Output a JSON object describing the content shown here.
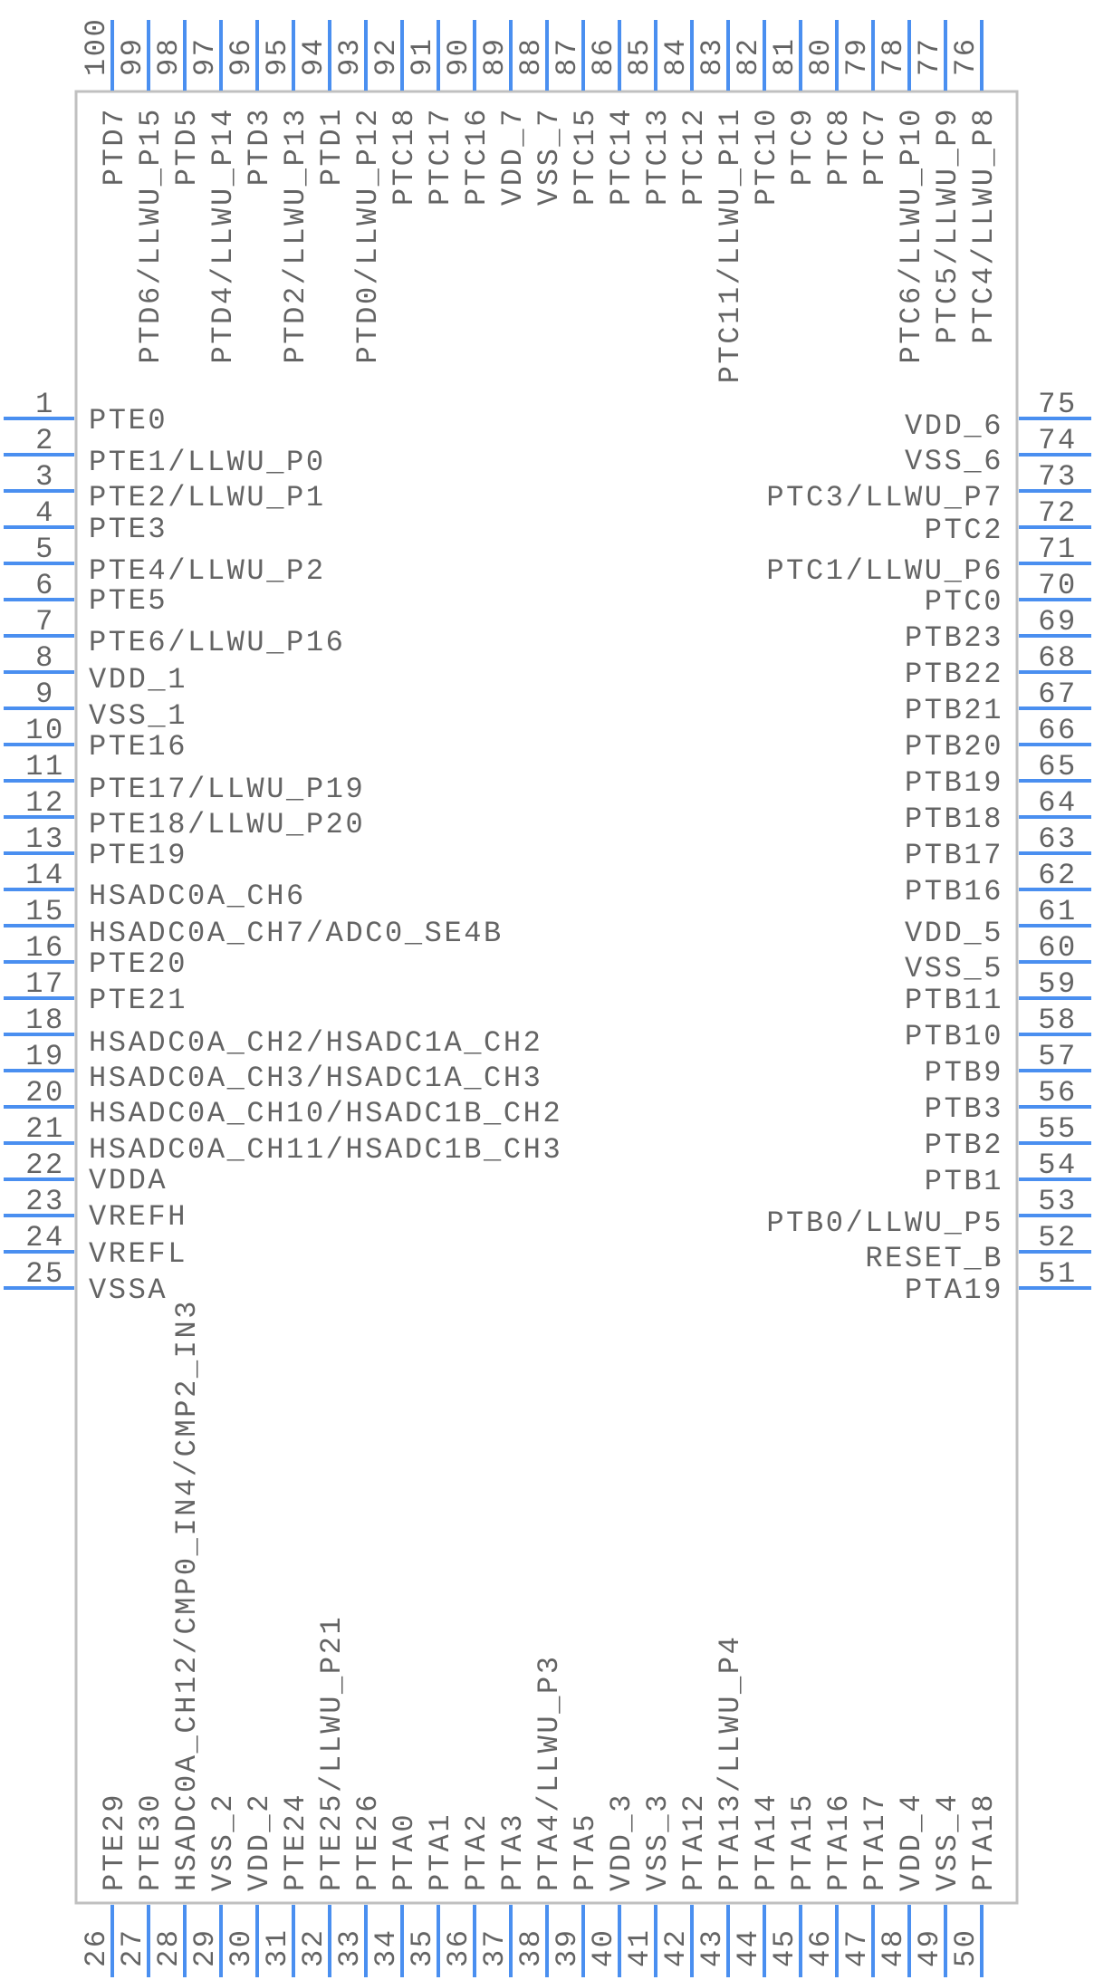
{
  "component": {
    "type": "IC schematic symbol",
    "pin_count": 100,
    "colors": {
      "pin": "#4a8ff0",
      "body_outline": "#c0c0c0",
      "text": "#646464",
      "background": "#ffffff"
    }
  },
  "pins": {
    "left": [
      {
        "number": "1",
        "name": "PTE0"
      },
      {
        "number": "2",
        "name": "PTE1/LLWU_P0"
      },
      {
        "number": "3",
        "name": "PTE2/LLWU_P1"
      },
      {
        "number": "4",
        "name": "PTE3"
      },
      {
        "number": "5",
        "name": "PTE4/LLWU_P2"
      },
      {
        "number": "6",
        "name": "PTE5"
      },
      {
        "number": "7",
        "name": "PTE6/LLWU_P16"
      },
      {
        "number": "8",
        "name": "VDD_1"
      },
      {
        "number": "9",
        "name": "VSS_1"
      },
      {
        "number": "10",
        "name": "PTE16"
      },
      {
        "number": "11",
        "name": "PTE17/LLWU_P19"
      },
      {
        "number": "12",
        "name": "PTE18/LLWU_P20"
      },
      {
        "number": "13",
        "name": "PTE19"
      },
      {
        "number": "14",
        "name": "HSADC0A_CH6"
      },
      {
        "number": "15",
        "name": "HSADC0A_CH7/ADC0_SE4B"
      },
      {
        "number": "16",
        "name": "PTE20"
      },
      {
        "number": "17",
        "name": "PTE21"
      },
      {
        "number": "18",
        "name": "HSADC0A_CH2/HSADC1A_CH2"
      },
      {
        "number": "19",
        "name": "HSADC0A_CH3/HSADC1A_CH3"
      },
      {
        "number": "20",
        "name": "HSADC0A_CH10/HSADC1B_CH2"
      },
      {
        "number": "21",
        "name": "HSADC0A_CH11/HSADC1B_CH3"
      },
      {
        "number": "22",
        "name": "VDDA"
      },
      {
        "number": "23",
        "name": "VREFH"
      },
      {
        "number": "24",
        "name": "VREFL"
      },
      {
        "number": "25",
        "name": "VSSA"
      }
    ],
    "bottom": [
      {
        "number": "26",
        "name": "PTE29"
      },
      {
        "number": "27",
        "name": "PTE30"
      },
      {
        "number": "28",
        "name": "HSADC0A_CH12/CMP0_IN4/CMP2_IN3"
      },
      {
        "number": "29",
        "name": "VSS_2"
      },
      {
        "number": "30",
        "name": "VDD_2"
      },
      {
        "number": "31",
        "name": "PTE24"
      },
      {
        "number": "32",
        "name": "PTE25/LLWU_P21"
      },
      {
        "number": "33",
        "name": "PTE26"
      },
      {
        "number": "34",
        "name": "PTA0"
      },
      {
        "number": "35",
        "name": "PTA1"
      },
      {
        "number": "36",
        "name": "PTA2"
      },
      {
        "number": "37",
        "name": "PTA3"
      },
      {
        "number": "38",
        "name": "PTA4/LLWU_P3"
      },
      {
        "number": "39",
        "name": "PTA5"
      },
      {
        "number": "40",
        "name": "VDD_3"
      },
      {
        "number": "41",
        "name": "VSS_3"
      },
      {
        "number": "42",
        "name": "PTA12"
      },
      {
        "number": "43",
        "name": "PTA13/LLWU_P4"
      },
      {
        "number": "44",
        "name": "PTA14"
      },
      {
        "number": "45",
        "name": "PTA15"
      },
      {
        "number": "46",
        "name": "PTA16"
      },
      {
        "number": "47",
        "name": "PTA17"
      },
      {
        "number": "48",
        "name": "VDD_4"
      },
      {
        "number": "49",
        "name": "VSS_4"
      },
      {
        "number": "50",
        "name": "PTA18"
      }
    ],
    "right": [
      {
        "number": "51",
        "name": "PTA19"
      },
      {
        "number": "52",
        "name": "RESET_B"
      },
      {
        "number": "53",
        "name": "PTB0/LLWU_P5"
      },
      {
        "number": "54",
        "name": "PTB1"
      },
      {
        "number": "55",
        "name": "PTB2"
      },
      {
        "number": "56",
        "name": "PTB3"
      },
      {
        "number": "57",
        "name": "PTB9"
      },
      {
        "number": "58",
        "name": "PTB10"
      },
      {
        "number": "59",
        "name": "PTB11"
      },
      {
        "number": "60",
        "name": "VSS_5"
      },
      {
        "number": "61",
        "name": "VDD_5"
      },
      {
        "number": "62",
        "name": "PTB16"
      },
      {
        "number": "63",
        "name": "PTB17"
      },
      {
        "number": "64",
        "name": "PTB18"
      },
      {
        "number": "65",
        "name": "PTB19"
      },
      {
        "number": "66",
        "name": "PTB20"
      },
      {
        "number": "67",
        "name": "PTB21"
      },
      {
        "number": "68",
        "name": "PTB22"
      },
      {
        "number": "69",
        "name": "PTB23"
      },
      {
        "number": "70",
        "name": "PTC0"
      },
      {
        "number": "71",
        "name": "PTC1/LLWU_P6"
      },
      {
        "number": "72",
        "name": "PTC2"
      },
      {
        "number": "73",
        "name": "PTC3/LLWU_P7"
      },
      {
        "number": "74",
        "name": "VSS_6"
      },
      {
        "number": "75",
        "name": "VDD_6"
      }
    ],
    "top": [
      {
        "number": "76",
        "name": "PTC4/LLWU_P8"
      },
      {
        "number": "77",
        "name": "PTC5/LLWU_P9"
      },
      {
        "number": "78",
        "name": "PTC6/LLWU_P10"
      },
      {
        "number": "79",
        "name": "PTC7"
      },
      {
        "number": "80",
        "name": "PTC8"
      },
      {
        "number": "81",
        "name": "PTC9"
      },
      {
        "number": "82",
        "name": "PTC10"
      },
      {
        "number": "83",
        "name": "PTC11/LLWU_P11"
      },
      {
        "number": "84",
        "name": "PTC12"
      },
      {
        "number": "85",
        "name": "PTC13"
      },
      {
        "number": "86",
        "name": "PTC14"
      },
      {
        "number": "87",
        "name": "PTC15"
      },
      {
        "number": "88",
        "name": "VSS_7"
      },
      {
        "number": "89",
        "name": "VDD_7"
      },
      {
        "number": "90",
        "name": "PTC16"
      },
      {
        "number": "91",
        "name": "PTC17"
      },
      {
        "number": "92",
        "name": "PTC18"
      },
      {
        "number": "93",
        "name": "PTD0/LLWU_P12"
      },
      {
        "number": "94",
        "name": "PTD1"
      },
      {
        "number": "95",
        "name": "PTD2/LLWU_P13"
      },
      {
        "number": "96",
        "name": "PTD3"
      },
      {
        "number": "97",
        "name": "PTD4/LLWU_P14"
      },
      {
        "number": "98",
        "name": "PTD5"
      },
      {
        "number": "99",
        "name": "PTD6/LLWU_P15"
      },
      {
        "number": "100",
        "name": "PTD7"
      }
    ]
  }
}
